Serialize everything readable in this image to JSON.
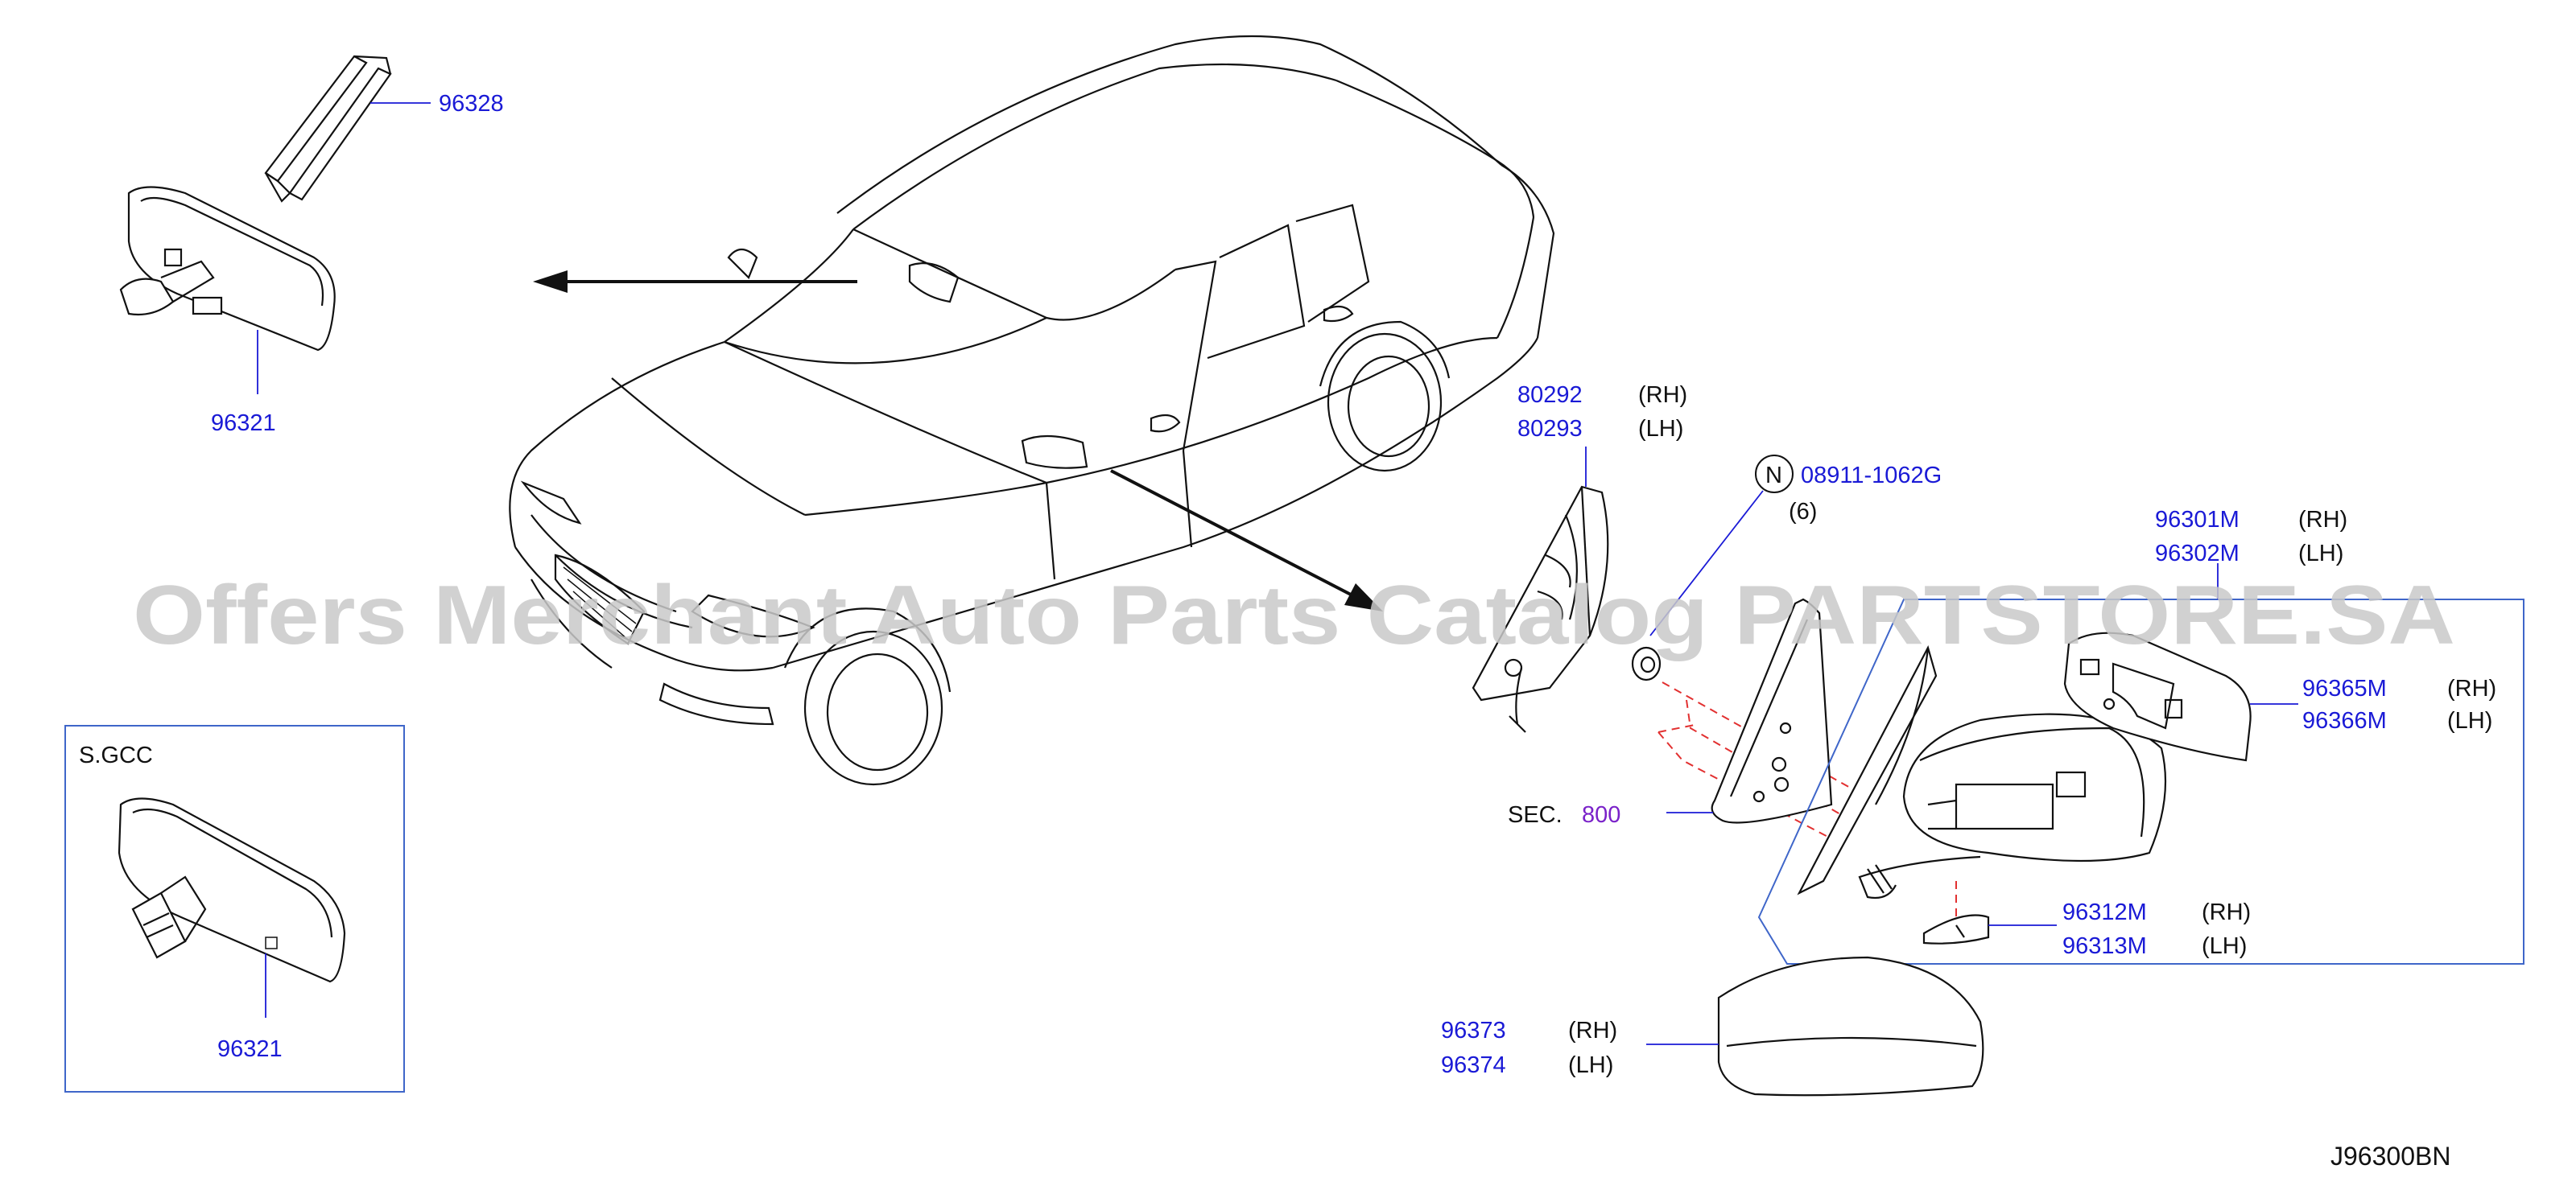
{
  "watermark": "Offers Merchant Auto Parts Catalog PARTSTORE.SA",
  "diagram_id": "J96300BN",
  "inset_label": "S.GCC",
  "sec_ref": {
    "prefix": "SEC.",
    "number": "800"
  },
  "nut_symbol": "N",
  "parts": {
    "p96328": "96328",
    "p96321_top": "96321",
    "p96321_inset": "96321",
    "p80292": "80292",
    "p80293": "80293",
    "p08911": "08911-1062G",
    "p08911_qty": "(6)",
    "p96301M": "96301M",
    "p96302M": "96302M",
    "p96365M": "96365M",
    "p96366M": "96366M",
    "p96312M": "96312M",
    "p96313M": "96313M",
    "p96373": "96373",
    "p96374": "96374"
  },
  "side": {
    "rh": "(RH)",
    "lh": "(LH)"
  }
}
